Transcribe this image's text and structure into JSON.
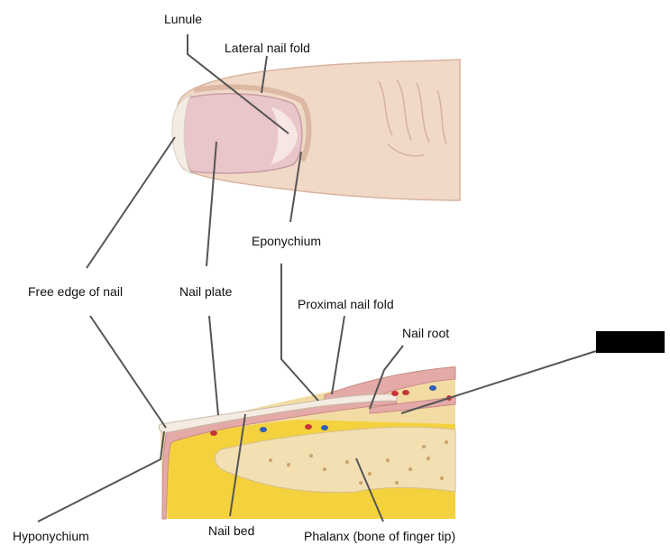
{
  "labels": {
    "lunule": "Lunule",
    "lateral_nail_fold": "Lateral nail fold",
    "eponychium": "Eponychium",
    "free_edge_of_nail": "Free edge of nail",
    "nail_plate": "Nail plate",
    "proximal_nail_fold": "Proximal nail fold",
    "nail_root": "Nail root",
    "hyponychium": "Hyponychium",
    "nail_bed": "Nail bed",
    "phalanx": "Phalanx (bone of finger tip)"
  },
  "colors": {
    "skin": "#f1d9c8",
    "skin_shadow": "#dcb8a5",
    "nail": "#e8c6c9",
    "nail_edge": "#f4ece2",
    "lunule": "#f6e6e4",
    "dermis": "#f3dca3",
    "fat": "#f4d23e",
    "bone": "#f2dfb2",
    "bone_spot": "#c9a46c",
    "nail_section": "#e3aaa8",
    "vessel_red": "#c8343a",
    "vessel_blue": "#2f5fb8",
    "redacted_box": "#000000"
  }
}
